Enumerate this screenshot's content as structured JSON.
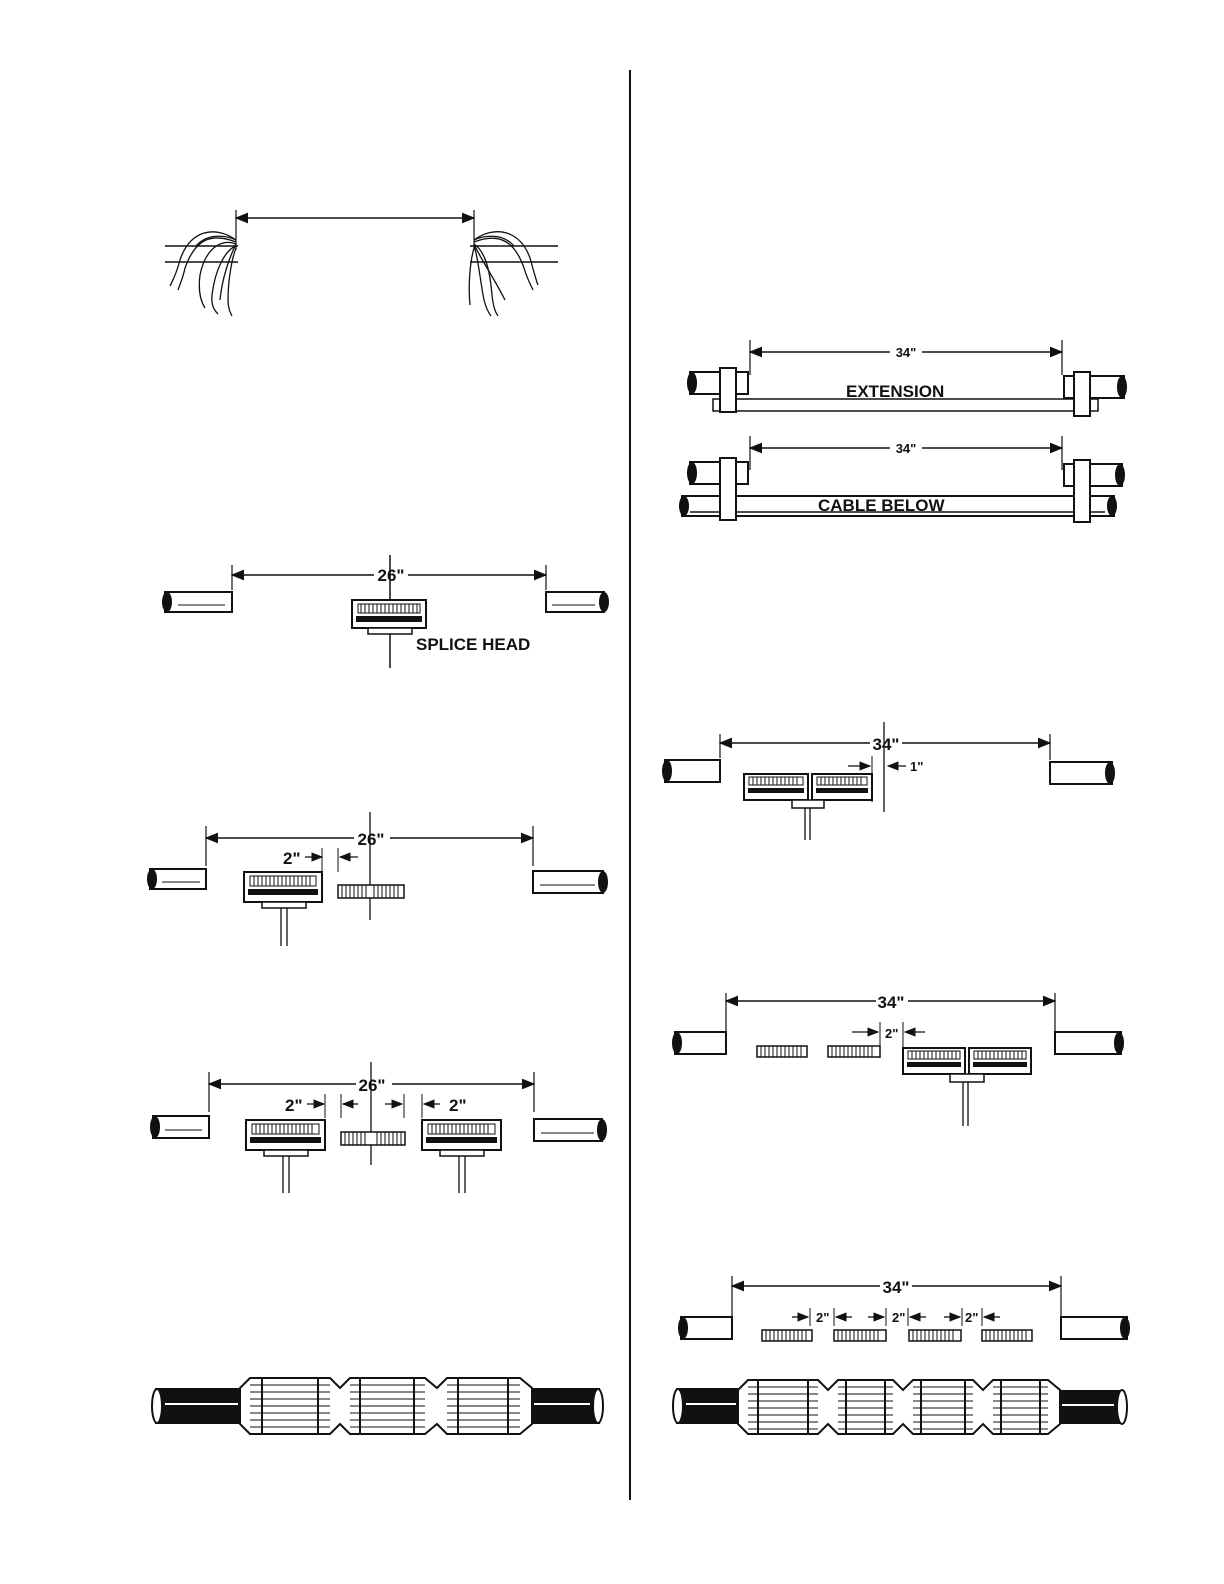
{
  "figures": {
    "left": {
      "fig2": {
        "dimension": "26\"",
        "label": "SPLICE HEAD"
      },
      "fig3": {
        "dimension": "26\"",
        "gap": "2\""
      },
      "fig4": {
        "dimension": "26\"",
        "gap_left": "2\"",
        "gap_right": "2\""
      }
    },
    "right": {
      "extension": {
        "dimension": "34\"",
        "label": "EXTENSION"
      },
      "cable_below": {
        "dimension": "34\"",
        "label": "CABLE BELOW"
      },
      "fig_double_head": {
        "dimension": "34\"",
        "offset": "1\""
      },
      "fig_two_modules": {
        "dimension": "34\"",
        "gap": "2\""
      },
      "fig_four_modules": {
        "dimension": "34\"",
        "gaps": [
          "2\"",
          "2\"",
          "2\""
        ]
      }
    }
  },
  "colors": {
    "ink": "#111111",
    "paper": "#ffffff"
  }
}
